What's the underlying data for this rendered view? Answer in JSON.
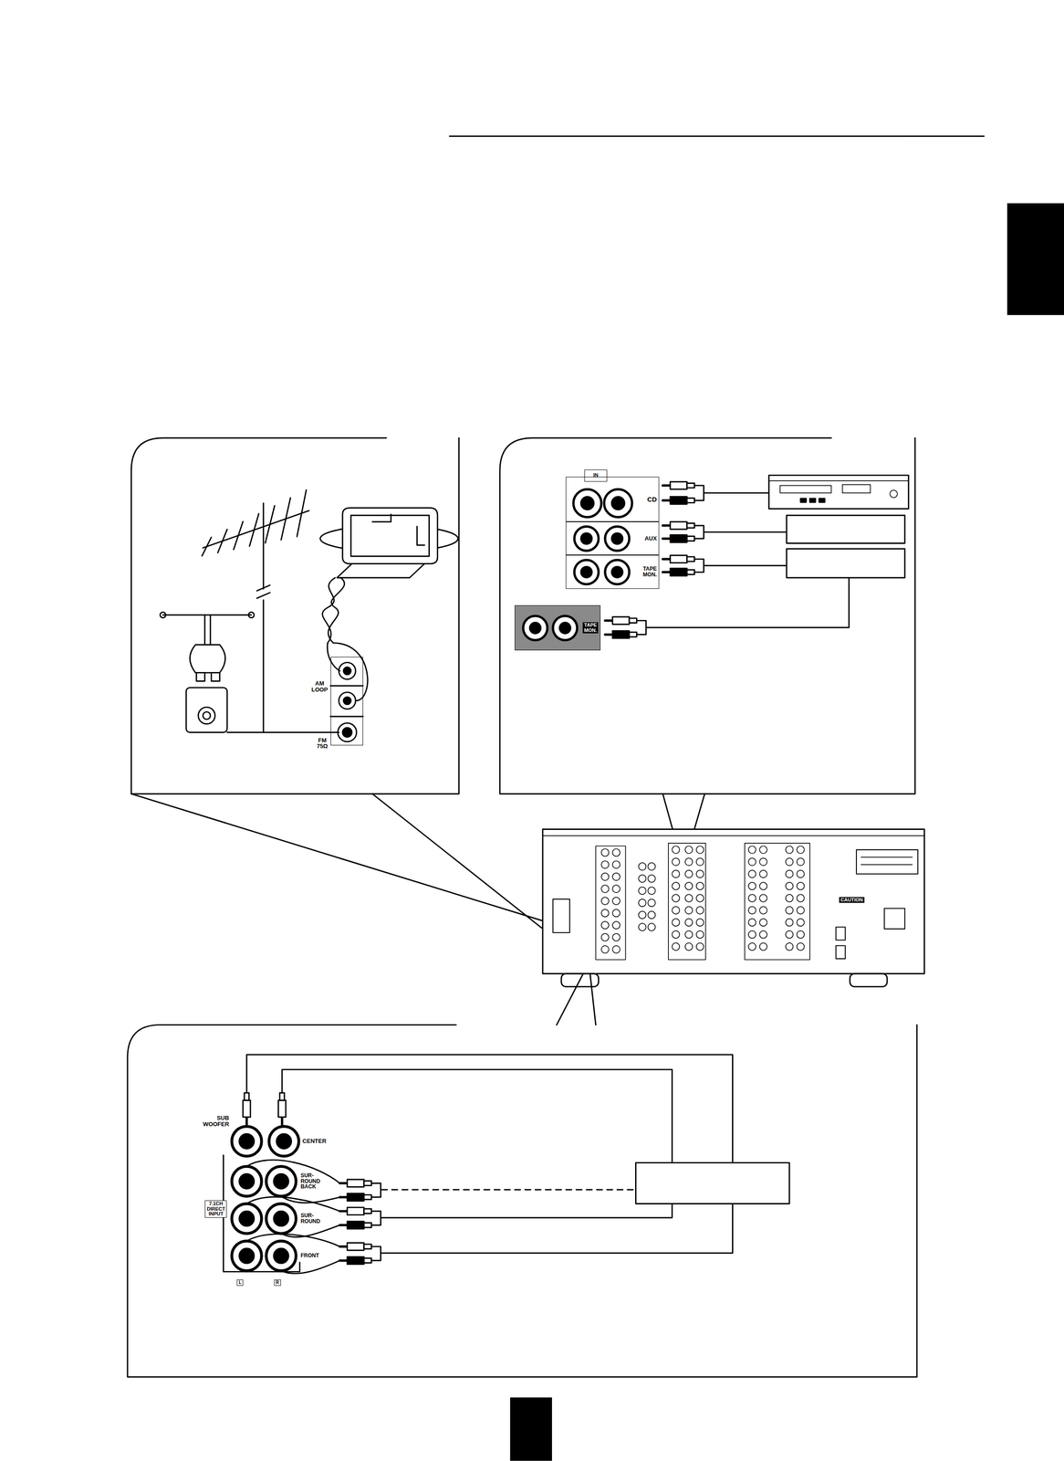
{
  "diagram": {
    "nodes": [
      {
        "text": [
          "IN"
        ]
      },
      {
        "text": [
          "CD"
        ]
      },
      {
        "text": [
          "AUX"
        ]
      },
      {
        "text": [
          "TAPE MON."
        ]
      },
      {
        "text": [
          "TAPE MON."
        ]
      },
      {
        "text": [
          "AM LOOP",
          "FM 75Ω"
        ]
      },
      {
        "text": [
          "7.1CH DIRECT INPUT"
        ]
      },
      {
        "text": [
          "L"
        ]
      },
      {
        "text": [
          "R"
        ]
      }
    ],
    "labels": [
      "SUB WOOFER",
      "CENTER",
      "SUR-ROUND BACK",
      "SUR-ROUND",
      "FRONT",
      "CAUTION"
    ]
  }
}
